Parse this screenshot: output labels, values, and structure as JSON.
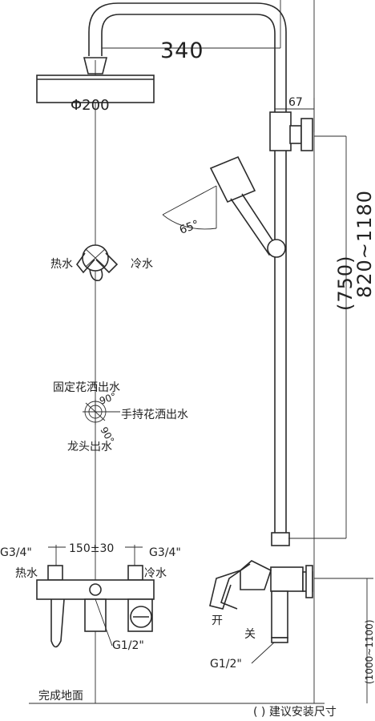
{
  "dims": {
    "span": "340",
    "head_diameter": "Φ200",
    "arm_offset": "67",
    "bar_height": "820~1180",
    "bar_height_install": "(750)",
    "inlet_spacing": "150±30",
    "mount_height": "(1000~1100)"
  },
  "labels": {
    "hot_water_top": "热水",
    "cold_water_top": "冷水",
    "angle": "65°",
    "fixed_shower_out": "固定花洒出水",
    "hand_shower_out": "手持花洒出水",
    "faucet_out": "龙头出水",
    "deg_90_a": "90°",
    "deg_90_b": "90°",
    "g34_left": "G3/4\"",
    "g34_right": "G3/4\"",
    "hot_water_bottom": "热水",
    "cold_water_bottom": "冷水",
    "g12_front": "G1/2\"",
    "open": "开",
    "close": "关",
    "g12_side": "G1/2\"",
    "floor": "完成地面",
    "note": "( ) 建议安装尺寸"
  }
}
